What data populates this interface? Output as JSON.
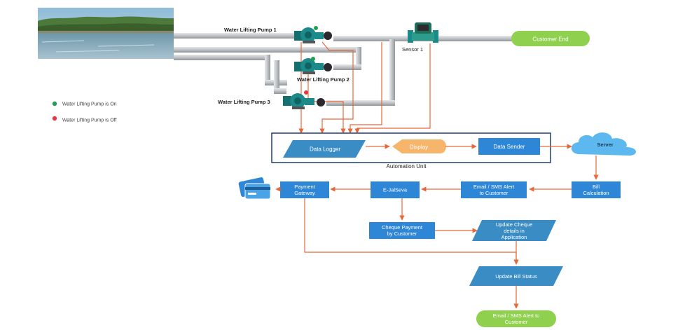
{
  "pumps": [
    {
      "label": "Water Lifting Pump 1",
      "status": "on"
    },
    {
      "label": "Water Lifting Pump 2",
      "status": "on"
    },
    {
      "label": "Water Lifting Pump 3",
      "status": "off"
    }
  ],
  "sensor": {
    "label": "Sensor 1"
  },
  "customer_end": {
    "label": "Customer End"
  },
  "legend": {
    "on_label": "Water Lifting Pump is On",
    "off_label": "Water Lifting Pump is Off"
  },
  "automation": {
    "title": "Automation Unit",
    "data_logger": "Data Logger",
    "display": "Display",
    "data_sender": "Data Sender"
  },
  "server": {
    "label": "Server"
  },
  "bill_calc": {
    "line1": "Bill",
    "line2": "Calculation"
  },
  "email_alert": {
    "line1": "Email / SMS Alert",
    "line2": "to Customer"
  },
  "ejalseva": {
    "label": "E-JalSeva"
  },
  "payment_gateway": {
    "line1": "Payment",
    "line2": "Gateway"
  },
  "cheque_payment": {
    "line1": "Cheque Payment",
    "line2": "by Customer"
  },
  "update_cheque": {
    "line1": "Update Cheque",
    "line2": "details in",
    "line3": "Application"
  },
  "update_bill": {
    "label": "Update Bill Status"
  },
  "final_alert": {
    "line1": "Email / SMS Alert to",
    "line2": "Customer"
  },
  "colors": {
    "flow_blue": "#2e86d6",
    "parallelogram_blue": "#3a8cc4",
    "arrow_orange": "#e8683a",
    "green_node": "#8fd14f",
    "display_orange": "#f5b56b",
    "pump_teal": "#1d8a8a",
    "pipe_grey": "#c4c7ca",
    "status_on": "#22a052",
    "status_off": "#e63946"
  }
}
